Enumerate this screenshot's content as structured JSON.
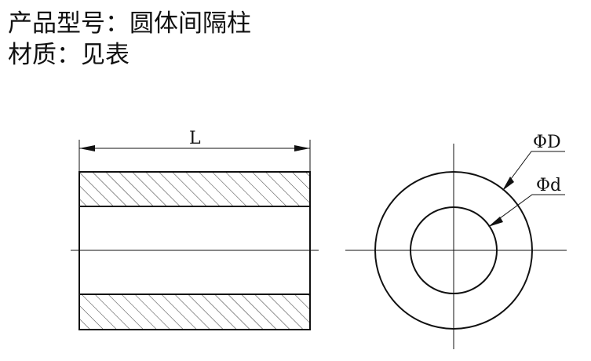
{
  "header": {
    "model_label": "产品型号：",
    "model_value": "圆体间隔柱",
    "material_label": "材质：",
    "material_value": "见表"
  },
  "drawing": {
    "length_label": "L",
    "outer_diameter_label": "ΦD",
    "inner_diameter_label": "Φd"
  },
  "colors": {
    "line": "#111111",
    "background": "#ffffff"
  }
}
